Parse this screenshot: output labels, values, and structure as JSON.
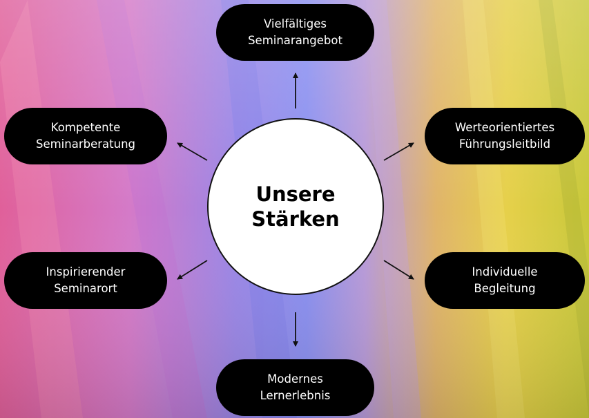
{
  "center": {
    "label": "Unsere\nStärken"
  },
  "strengths": {
    "top": "Vielfältiges\nSeminarangebot",
    "upper_left": "Kompetente\nSeminarberatung",
    "upper_right": "Werteorientiertes\nFührungsleitbild",
    "lower_left": "Inspirierender\nSeminarort",
    "lower_right": "Individuelle\nBegleitung",
    "bottom": "Modernes\nLernerlebnis"
  },
  "colors": {
    "pill_bg": "#000000",
    "pill_text": "#ffffff",
    "center_bg": "#ffffff",
    "arrow": "#111111"
  }
}
